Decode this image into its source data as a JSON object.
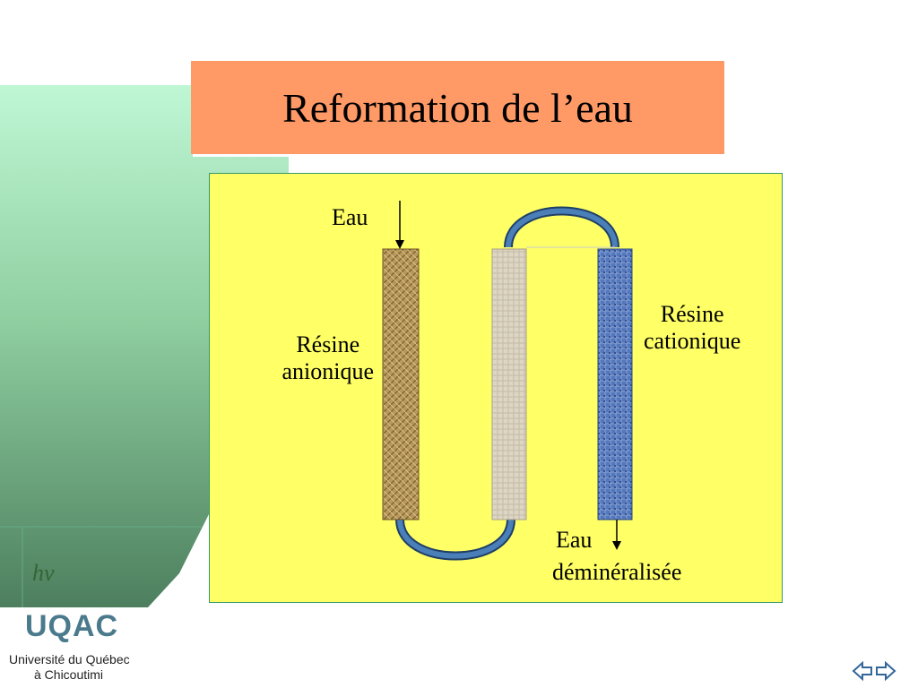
{
  "slide": {
    "title": "Reformation de l’eau",
    "hv_symbol": "hν"
  },
  "logo": {
    "name": "UQAC",
    "line1": "Université du Québec",
    "line2": "à Chicoutimi"
  },
  "diagram": {
    "water_in_label": "Eau",
    "anion_label_line1": "Résine",
    "anion_label_line2": "anionique",
    "cation_label_line1": "Résine",
    "cation_label_line2": "cationique",
    "water_out_label_line1": "Eau",
    "water_out_label_line2": "déminéralisée"
  },
  "colors": {
    "title_bg": "#ff9966",
    "diagram_bg": "#ffff66",
    "anion_column": "#b8985a",
    "middle_column": "#ddd6c4",
    "cation_column": "#5577bb",
    "pipe": "#336699"
  },
  "icons": {
    "navigation": "left-right-arrows-icon"
  }
}
